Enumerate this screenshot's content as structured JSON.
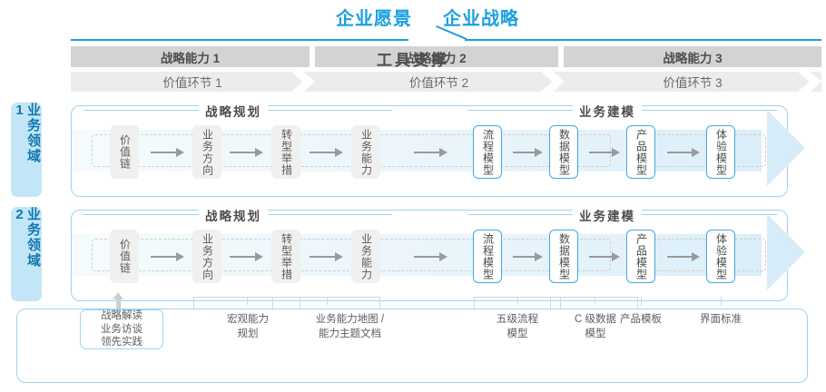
{
  "header": {
    "vision_label": "企业愿景",
    "strategy_label": "企业战略"
  },
  "capabilities": [
    {
      "label": "战略能力 1"
    },
    {
      "label": "战略能力 2"
    },
    {
      "label": "战略能力 3"
    }
  ],
  "value_chain": [
    {
      "label": "价值环节 1"
    },
    {
      "label": "价值环节 2"
    },
    {
      "label": "价值环节 3"
    }
  ],
  "domains": [
    {
      "label": "业务领域 1"
    },
    {
      "label": "业务领域 2"
    }
  ],
  "sections": {
    "planning": "战略规划",
    "modeling": "业务建模"
  },
  "stages": [
    {
      "label": "价值链",
      "style": "grey"
    },
    {
      "label": "业务方向",
      "style": "grey"
    },
    {
      "label": "转型举措",
      "style": "grey"
    },
    {
      "label": "业务能力",
      "style": "grey"
    },
    {
      "label": "流程模型",
      "style": "blue"
    },
    {
      "label": "数据模型",
      "style": "blue"
    },
    {
      "label": "产品模型",
      "style": "blue"
    },
    {
      "label": "体验模型",
      "style": "blue"
    }
  ],
  "tools": {
    "title": "工具支撑",
    "key_box": "战略解读\n业务访谈\n领先实践",
    "items": [
      {
        "label": "宏观能力\n规划"
      },
      {
        "label": "业务能力地图 /\n能力主题文档"
      },
      {
        "label": "五级流程\n模型"
      },
      {
        "label": "C 级数据\n模型"
      },
      {
        "label": "产品模板"
      },
      {
        "label": "界面标准"
      }
    ]
  },
  "colors": {
    "accent_blue": "#1ba0e0",
    "border_blue": "#9ed4ee",
    "domain_tab": "#c2e6f7",
    "capability_bar": "#d2d3d3",
    "value_bar": "#ececec",
    "stage_grey": "#f0f0f0",
    "stage_blue_border": "#41a8dd",
    "text_dark": "#4d4d4d"
  }
}
